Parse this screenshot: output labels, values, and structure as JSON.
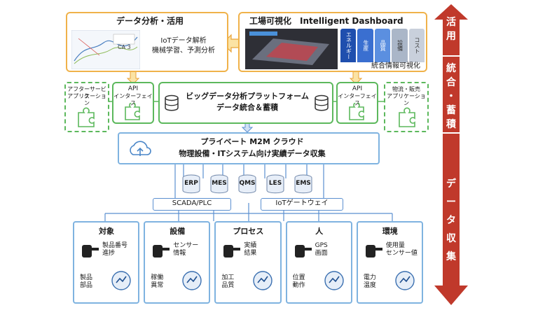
{
  "data_analysis": {
    "title": "データ分析・活用",
    "line1": "IoTデータ解析",
    "line2": "機械学習、予測分析",
    "mini_label": "CA 3"
  },
  "dashboard": {
    "title": "工場可視化　Intelligent Dashboard",
    "caption": "統合情報可視化",
    "bars": [
      "エネルギー",
      "生産",
      "品質",
      "設備",
      "コスト"
    ]
  },
  "platform": {
    "line1": "ビッグデータ分析プラットフォーム",
    "line2": "データ統合＆蓄積"
  },
  "api_left": {
    "line1": "API",
    "line2": "インターフェイス"
  },
  "api_right": {
    "line1": "API",
    "line2": "インターフェイス"
  },
  "external_left": {
    "line1": "アフターサービス",
    "line2": "アプリケーション"
  },
  "external_right": {
    "line1": "物流・販売",
    "line2": "アプリケーション"
  },
  "cloud": {
    "line1": "プライベート M2M クラウド",
    "line2": "物理設備・ITシステム向け実績データ収集"
  },
  "databases": [
    "ERP",
    "MES",
    "QMS",
    "LES",
    "EMS"
  ],
  "gateways": {
    "left": "SCADA/PLC",
    "right": "IoTゲートウェイ"
  },
  "sources": [
    {
      "title": "対象",
      "a": "製品番号\n進捗",
      "b": "製品\n部品"
    },
    {
      "title": "設備",
      "a": "センサー\n情報",
      "b": "稼働\n異常"
    },
    {
      "title": "プロセス",
      "a": "実績\n結果",
      "b": "加工\n品質"
    },
    {
      "title": "人",
      "a": "GPS\n画面",
      "b": "位置\n動作"
    },
    {
      "title": "環境",
      "a": "使用量\nセンサー値",
      "b": "電力\n温度"
    }
  ],
  "side_arrow": {
    "top": "活用",
    "middle": "統合・蓄積",
    "bottom": "データ収集"
  },
  "colors": {
    "orange": "#f0b24a",
    "green": "#5cb85c",
    "blue": "#7fb3e0",
    "red": "#c0392b"
  }
}
